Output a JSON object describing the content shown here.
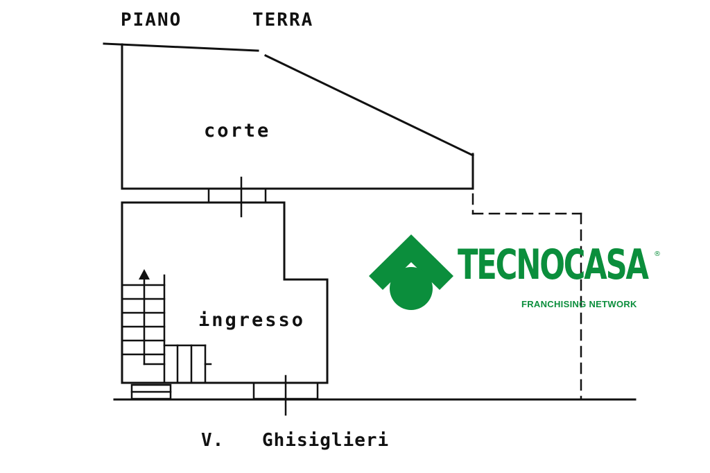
{
  "title": {
    "left": "PIANO",
    "right": "TERRA"
  },
  "rooms": {
    "courtyard": "corte",
    "entrance": "ingresso"
  },
  "street": {
    "prefix": "V.",
    "name": "Ghisiglieri"
  },
  "brand": {
    "name": "TECNOCASA",
    "registered": "®",
    "tagline": "FRANCHISING NETWORK",
    "color": "#0b8e3c"
  },
  "colors": {
    "lines": "#111111",
    "background": "#ffffff"
  }
}
